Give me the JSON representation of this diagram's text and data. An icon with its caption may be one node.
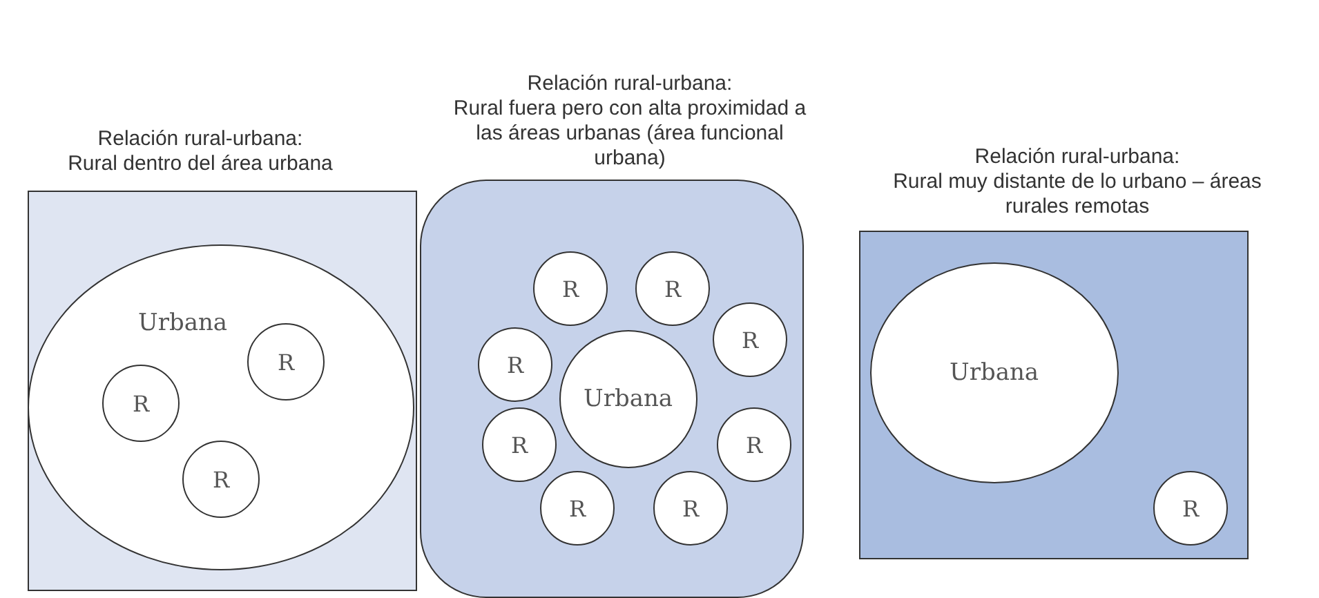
{
  "diagram": {
    "nodes": [
      {
        "text": [
          "Relación rural-urbana:",
          "Rural dentro del área urbana"
        ]
      },
      {
        "text": [
          "Urbana"
        ],
        "in": 0
      },
      {
        "text": [
          "R"
        ],
        "in": 1
      },
      {
        "text": [
          "R"
        ],
        "in": 1
      },
      {
        "text": [
          "R"
        ],
        "in": 1
      },
      {
        "text": [
          "Relación rural-urbana:",
          "Rural fuera pero con alta proximidad a las áreas urbanas (área funcional urbana)"
        ]
      },
      {
        "text": [
          "R"
        ],
        "in": 5
      },
      {
        "text": [
          "R"
        ],
        "in": 5
      },
      {
        "text": [
          "R"
        ],
        "in": 5
      },
      {
        "text": [
          "R"
        ],
        "in": 5
      },
      {
        "text": [
          "Urbana"
        ],
        "in": 5
      },
      {
        "text": [
          "R"
        ],
        "in": 5
      },
      {
        "text": [
          "R"
        ],
        "in": 5
      },
      {
        "text": [
          "R"
        ],
        "in": 5
      },
      {
        "text": [
          "R"
        ],
        "in": 5
      },
      {
        "text": [
          "Relación rural-urbana:",
          "Rural muy distante de lo urbano – áreas rurales remotas"
        ]
      },
      {
        "text": [
          "Urbana"
        ],
        "in": 15
      },
      {
        "text": [
          "R"
        ],
        "in": 15
      }
    ],
    "edges": []
  }
}
